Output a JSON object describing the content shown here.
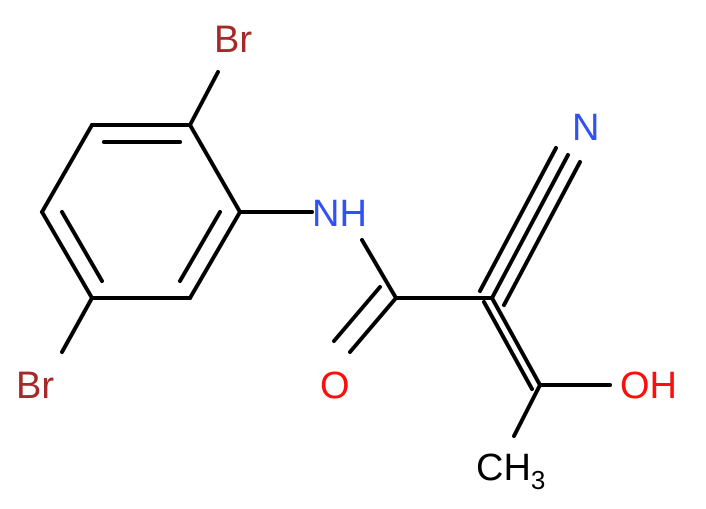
{
  "colors": {
    "bond": "#000000",
    "bromine": "#A62929",
    "nitrogen": "#3050F8",
    "oxygen": "#FF0D0D",
    "carbon": "#000000",
    "background": "#FFFFFF"
  },
  "atoms": {
    "br_top": "Br",
    "br_left": "Br",
    "nh": "NH",
    "n_nitrile": "N",
    "o_carbonyl": "O",
    "oh": "OH",
    "methyl_main": "CH",
    "methyl_sub": "3"
  }
}
